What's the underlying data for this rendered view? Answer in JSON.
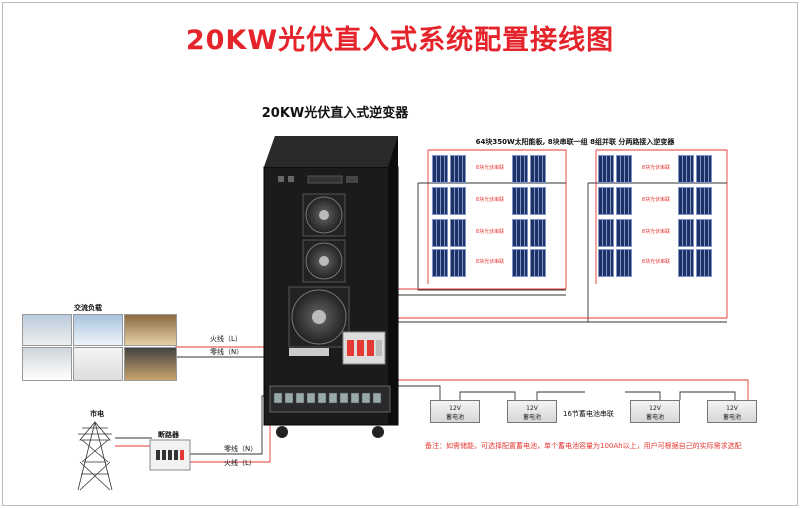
{
  "title": "20KW光伏直入式系统配置接线图",
  "inverter": {
    "title": "20KW光伏直入式逆变器"
  },
  "pv": {
    "title": "64块350W太阳能板, 8块串联一组 8组并联 分两路接入逆变器",
    "string_label": "8块光伏串联"
  },
  "ac_load": {
    "title": "交流负载",
    "live_label": "火线（L）",
    "neutral_label": "零线（N）"
  },
  "grid": {
    "title": "市电",
    "breaker_label": "断路器",
    "neutral_label": "零线（N）",
    "live_label": "火线（L）"
  },
  "battery": {
    "voltage": "12V",
    "name": "蓄电池",
    "series_label": "16节蓄电池串联",
    "note": "备注：如需储能，可选择配置蓄电池，单个蓄电池容量为100Ah以上，用户可根据自己的实际需求选配"
  },
  "colors": {
    "title": "#e5232b",
    "wire_red": "#e53935",
    "wire_black": "#333333",
    "cabinet": "#1b1b1d",
    "panel": "#1a2a57"
  }
}
